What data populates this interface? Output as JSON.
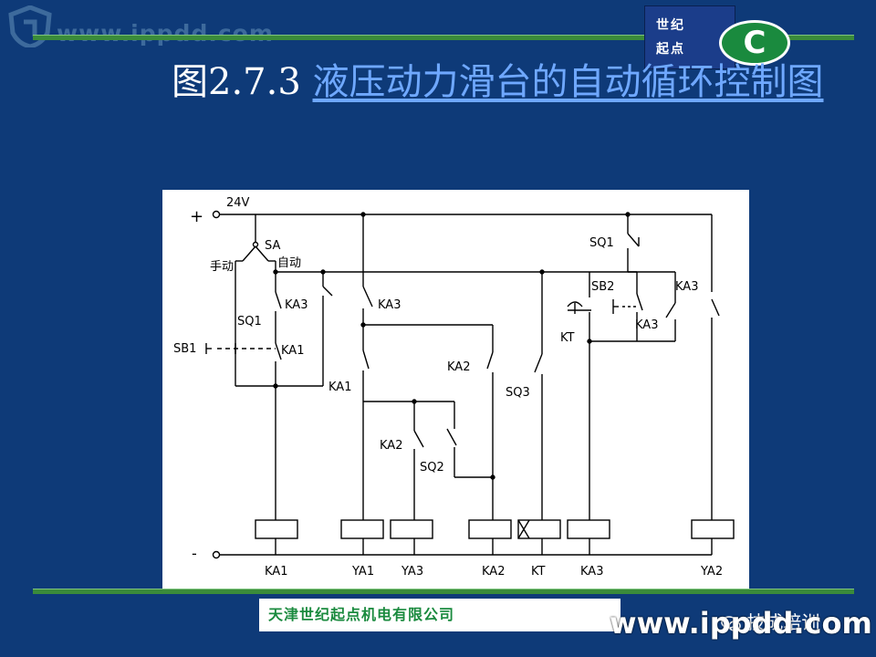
{
  "watermark": {
    "top_url": "www.ippdd.com",
    "bottom_url": "www.ippdd.com"
  },
  "badge": {
    "line1": "世纪",
    "line2": "起点",
    "letter": "C"
  },
  "title": {
    "prefix": "图2.7.3 ",
    "link": "液压动力滑台的自动循环控制图"
  },
  "diagram": {
    "supply_plus": "+",
    "supply_minus": "-",
    "voltage": "24V",
    "labels": {
      "sa": "SA",
      "manual": "手动",
      "auto": "自动",
      "sq1_left": "SQ1",
      "sq1_right": "SQ1",
      "ka3_a": "KA3",
      "ka3_b": "KA3",
      "ka3_c": "KA3",
      "ka3_d": "KA3",
      "sb1": "SB1",
      "ka1_hold": "KA1",
      "ka1_mid": "KA1",
      "ka2_mid": "KA2",
      "ka2_low": "KA2",
      "sq2": "SQ2",
      "sq3": "SQ3",
      "kt": "KT",
      "sb2": "SB2"
    },
    "coils": [
      "KA1",
      "YA1",
      "YA3",
      "KA2",
      "KT",
      "KA3",
      "YA2"
    ]
  },
  "footer": {
    "company": "天津世纪起点机电有限公司",
    "wechat": "技成培训"
  },
  "colors": {
    "background": "#0e3a78",
    "rule": "#3a8b3a",
    "link": "#6fa8ff",
    "company": "#1a8a3e"
  }
}
